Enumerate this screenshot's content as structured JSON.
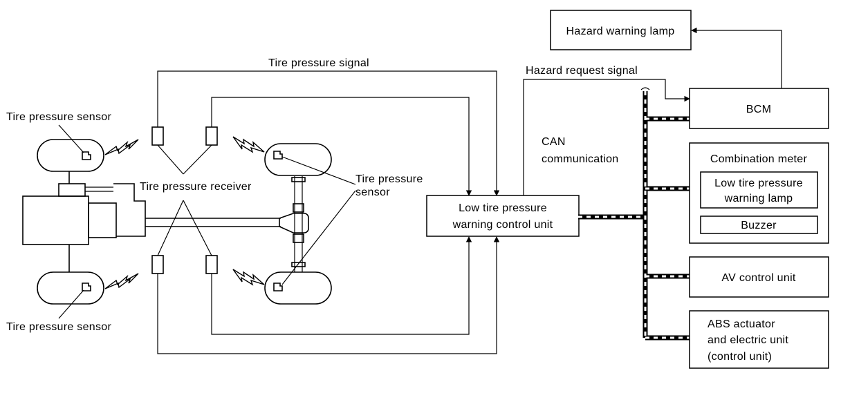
{
  "labels": {
    "tire_pressure_signal": "Tire pressure signal",
    "hazard_request_signal": "Hazard request signal",
    "tire_pressure_sensor_front_left": "Tire pressure sensor",
    "tire_pressure_sensor_rear_left": "Tire pressure sensor",
    "tire_pressure_sensor_right_line1": "Tire pressure",
    "tire_pressure_sensor_right_line2": "sensor",
    "tire_pressure_receiver": "Tire pressure receiver",
    "can_line1": "CAN",
    "can_line2": "communication"
  },
  "boxes": {
    "hazard_warning_lamp": "Hazard warning lamp",
    "bcm": "BCM",
    "combination_meter": "Combination meter",
    "low_tire_pressure_warning_lamp_line1": "Low tire pressure",
    "low_tire_pressure_warning_lamp_line2": "warning lamp",
    "buzzer": "Buzzer",
    "av_control_unit": "AV control unit",
    "abs_line1": "ABS actuator",
    "abs_line2": "and electric unit",
    "abs_line3": "(control unit)",
    "control_unit_line1": "Low tire pressure",
    "control_unit_line2": "warning control unit"
  }
}
